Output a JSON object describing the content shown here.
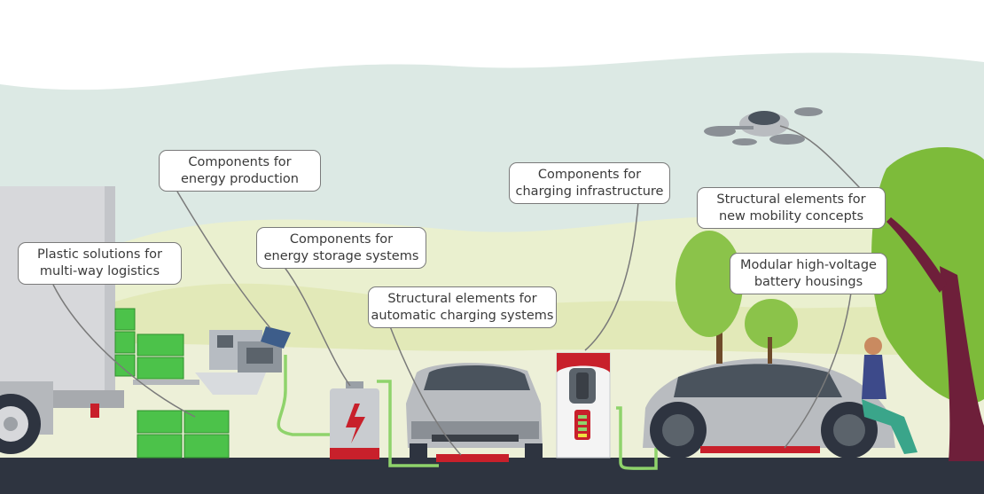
{
  "callouts": [
    {
      "id": "multi-way-logistics",
      "line1": "Plastic solutions for",
      "line2": "multi-way logistics"
    },
    {
      "id": "energy-production",
      "line1": "Components for",
      "line2": "energy production"
    },
    {
      "id": "energy-storage",
      "line1": "Components for",
      "line2": "energy storage systems"
    },
    {
      "id": "automatic-charging",
      "line1": "Structural elements for",
      "line2": "automatic charging systems"
    },
    {
      "id": "charging-infrastructure",
      "line1": "Components for",
      "line2": "charging infrastructure"
    },
    {
      "id": "new-mobility",
      "line1": "Structural elements for",
      "line2": "new mobility concepts"
    },
    {
      "id": "battery-housings",
      "line1": "Modular high-voltage",
      "line2": "battery housings"
    }
  ],
  "colors": {
    "sky": "#dce9e4",
    "hills": "#e8eecb",
    "ground": "#2e3440",
    "crate_green": "#4cc24a",
    "cable_green": "#8fd36b",
    "accent_red": "#c8202b",
    "car_grey": "#b9bcc0",
    "tree_green": "#7dbb3a",
    "trunk": "#6e1f3a"
  },
  "icons": [
    "truck-icon",
    "crate-stack-icon",
    "house-with-solar-panel-icon",
    "battery-icon",
    "sedan-car-icon",
    "charging-station-icon",
    "concept-car-icon",
    "drone-taxi-icon",
    "person-icon",
    "tree-icon"
  ]
}
